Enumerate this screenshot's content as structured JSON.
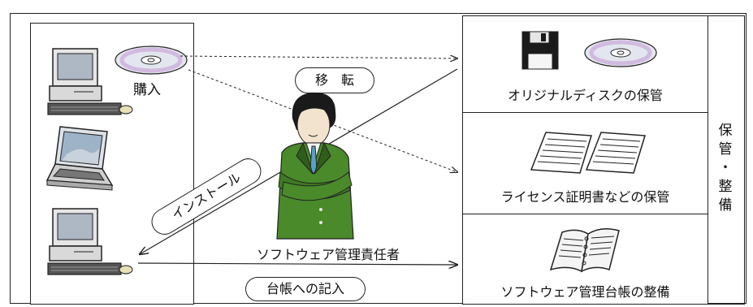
{
  "diagram": {
    "left_label_purchase": "購入",
    "label_transfer": "移　転",
    "label_install": "インストール",
    "label_manager": "ソフトウェア管理責任者",
    "label_ledger_entry": "台帳への記入",
    "right_cells": [
      {
        "label": "オリジナルディスクの保管"
      },
      {
        "label": "ライセンス証明書などの保管"
      },
      {
        "label": "ソフトウェア管理台帳の整備"
      }
    ],
    "side_chars": [
      "保",
      "管",
      "・",
      "整",
      "備"
    ]
  },
  "colors": {
    "line": "#222222",
    "suit": "#4a8a2a",
    "suit_dark": "#2f5e1a",
    "monitor_screen": "#aeb7c4",
    "cd_rainbow": "#c9a6d9",
    "ledger_bg": "#f4f4f4"
  },
  "icons": [
    "cd-icon",
    "computer-icon",
    "laptop-icon",
    "floppy-icon",
    "certificate-icon",
    "ledger-icon",
    "person-icon"
  ]
}
